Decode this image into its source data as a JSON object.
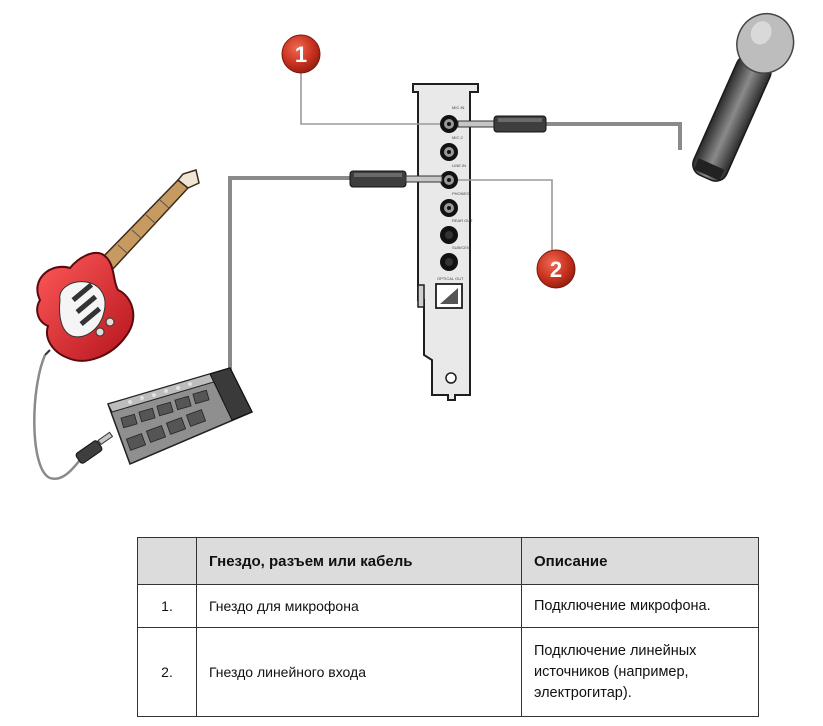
{
  "diagram": {
    "callouts": [
      {
        "number": "1",
        "target": "mic-in-jack"
      },
      {
        "number": "2",
        "target": "line-in-jack"
      }
    ],
    "card_port_labels": [
      "MIC IN",
      "MIC 2",
      "LINE IN",
      "PHONES",
      "REAR OUT",
      "SUB/CEN",
      "OPTICAL OUT"
    ],
    "colors": {
      "badge": "#c8321f",
      "guitar": "#e0242c",
      "cable": "#8a8a8a",
      "bracket": "#e6e6e6"
    }
  },
  "table": {
    "headers": [
      "",
      "Гнездо, разъем или кабель",
      "Описание"
    ],
    "rows": [
      {
        "num": "1.",
        "jack": "Гнездо для микрофона",
        "desc": "Подключение микрофона."
      },
      {
        "num": "2.",
        "jack": "Гнездо линейного входа",
        "desc": "Подключение линейных источников (например, электрогитар)."
      }
    ]
  }
}
